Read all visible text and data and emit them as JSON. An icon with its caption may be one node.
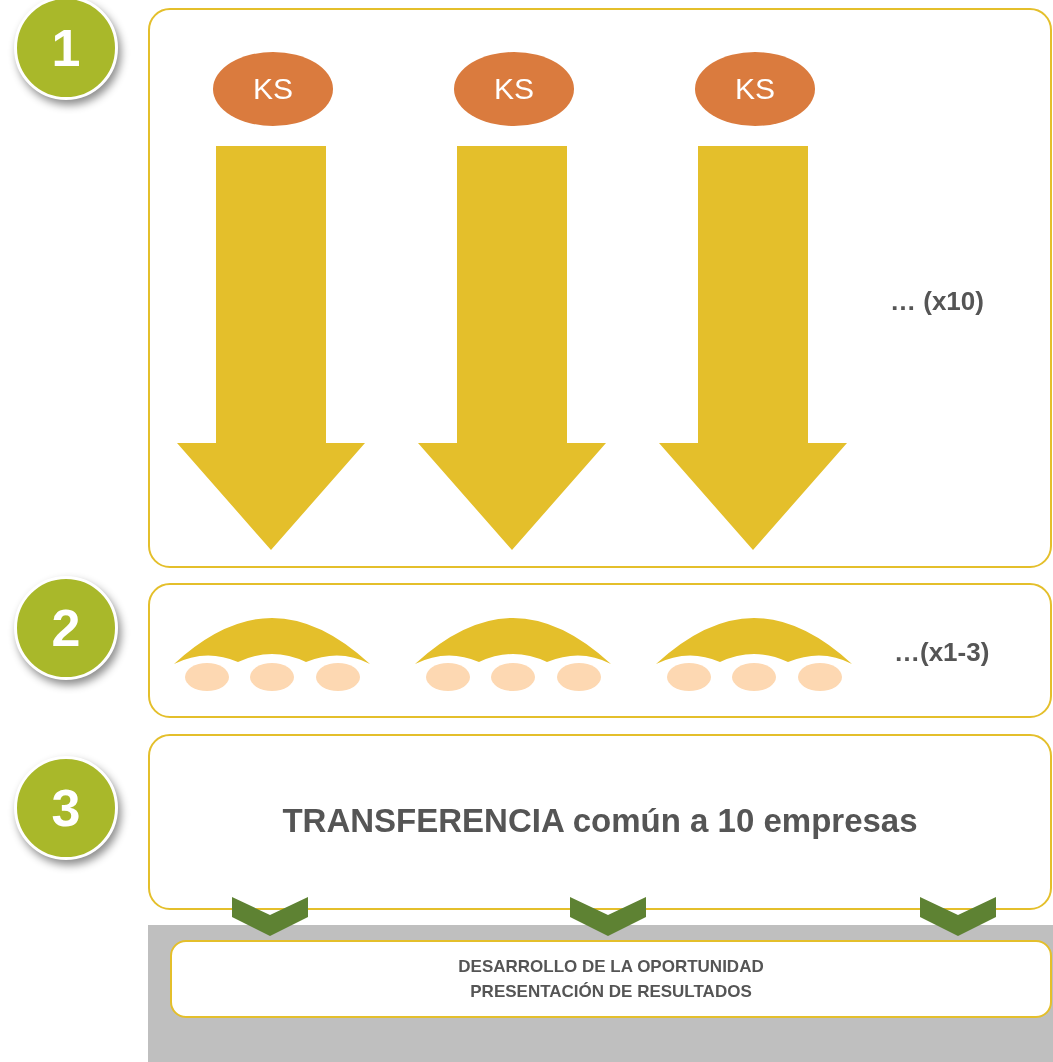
{
  "diagram": {
    "nodes": [
      {
        "text": [
          "1"
        ]
      },
      {
        "text": [
          "… (x10)"
        ]
      },
      {
        "text": [
          "KS"
        ],
        "in": 1
      },
      {
        "text": [
          "KS"
        ],
        "in": 1
      },
      {
        "text": [
          "KS"
        ],
        "in": 1
      },
      {
        "text": [
          "2"
        ]
      },
      {
        "text": [
          "…(x1-3)"
        ]
      },
      {
        "text": [],
        "shape": "dome",
        "in": 6
      },
      {
        "text": [],
        "shape": "dome",
        "in": 6
      },
      {
        "text": [],
        "shape": "dome",
        "in": 6
      },
      {
        "text": [
          "3"
        ]
      },
      {
        "text": [
          "TRANSFERENCIA común a 10 empresas"
        ]
      },
      {
        "text": [],
        "shape": "band"
      },
      {
        "text": [
          "DESARROLLO DE LA OPORTUNIDAD",
          "PRESENTACIÓN DE RESULTADOS"
        ],
        "in": 12
      }
    ],
    "edges": [
      {
        "from": 2,
        "to": 7,
        "arrow": "to",
        "style": "thick"
      },
      {
        "from": 3,
        "to": 8,
        "arrow": "to",
        "style": "thick"
      },
      {
        "from": 4,
        "to": 9,
        "arrow": "to",
        "style": "thick"
      },
      {
        "from": 11,
        "to": 13,
        "arrow": "to",
        "color": "#5e8233"
      },
      {
        "from": 11,
        "to": 13,
        "arrow": "to",
        "color": "#5e8233"
      },
      {
        "from": 11,
        "to": 13,
        "arrow": "to",
        "color": "#5e8233"
      }
    ]
  }
}
